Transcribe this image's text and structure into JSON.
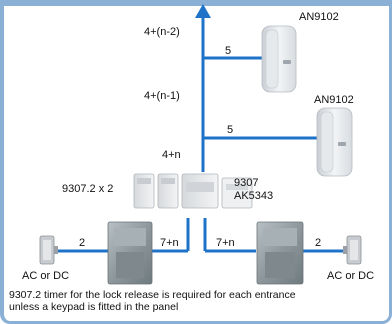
{
  "diagram": {
    "colors": {
      "wire": "#1e73c8",
      "frame": "#8ab0d6",
      "text": "#111111"
    },
    "handsets": [
      {
        "model": "AN9102",
        "wire_label": "5",
        "bus_label": "4+(n-2)"
      },
      {
        "model": "AN9102",
        "wire_label": "5",
        "bus_label": "4+(n-1)"
      }
    ],
    "trunk_label": "4+n",
    "timer": {
      "label": "9307.2 x 2"
    },
    "power_unit": {
      "label_line1": "9307",
      "label_line2": "AK5343"
    },
    "entrance_panels": [
      {
        "wire_label": "7+n"
      },
      {
        "wire_label": "7+n"
      }
    ],
    "door_locks": [
      {
        "wire_label": "2",
        "power_label": "AC or DC"
      },
      {
        "wire_label": "2",
        "power_label": "AC or DC"
      }
    ],
    "caption_line1": "9307.2 timer for the lock release is required for each entrance",
    "caption_line2": "unless a keypad is fitted in the panel"
  }
}
